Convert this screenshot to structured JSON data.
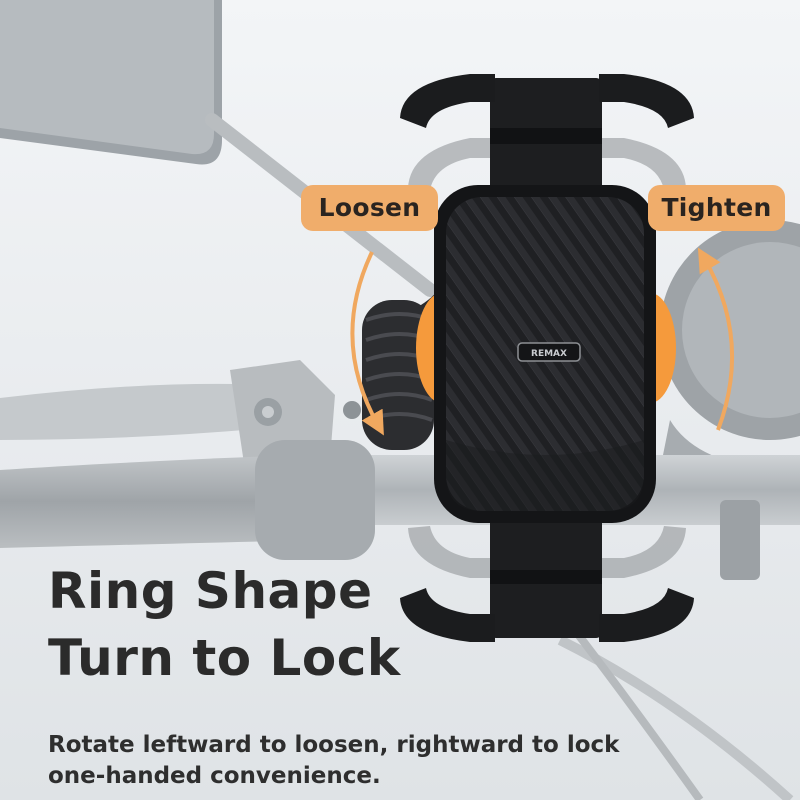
{
  "product": {
    "brand_logo_text": "REMAX"
  },
  "labels": {
    "loosen": "Loosen",
    "tighten": "Tighten"
  },
  "headline": {
    "line1": "Ring Shape",
    "line2": "Turn to Lock"
  },
  "description": {
    "line1": "Rotate leftward to loosen, rightward to lock",
    "line2": "one-handed convenience."
  },
  "colors": {
    "accent_orange": "#f0ad6b",
    "knob_orange": "#f59a3c",
    "headline_text": "#2b2b2b",
    "holder_black": "#1b1c1e"
  }
}
